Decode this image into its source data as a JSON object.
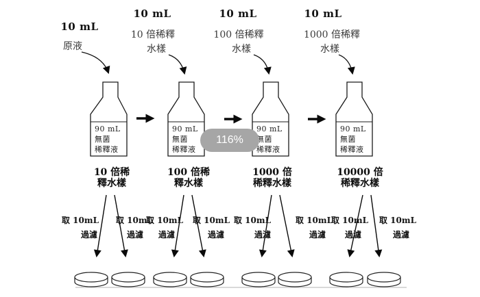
{
  "zoom_badge": {
    "label": "116%"
  },
  "columns": [
    {
      "volume_label": "10 mL",
      "source_label_line1": "原液",
      "source_label_line2": "",
      "bottle_label_line1": "90 mL",
      "bottle_label_line2": "無菌",
      "bottle_label_line3": "稀釋液",
      "result_label_line1": "10 倍稀",
      "result_label_line2": "釋水樣",
      "take_label": "取 10mL",
      "filter_label": "過濾"
    },
    {
      "volume_label": "10 mL",
      "source_label_line1": "10 倍稀釋",
      "source_label_line2": "水樣",
      "bottle_label_line1": "90 mL",
      "bottle_label_line2": "無菌",
      "bottle_label_line3": "稀釋液",
      "result_label_line1": "100 倍稀",
      "result_label_line2": "釋水樣",
      "take_label": "取 10mL",
      "filter_label": "過濾"
    },
    {
      "volume_label": "10 mL",
      "source_label_line1": "100 倍稀釋",
      "source_label_line2": "水樣",
      "bottle_label_line1": "90 mL",
      "bottle_label_line2": "無菌",
      "bottle_label_line3": "稀釋液",
      "result_label_line1": "1000 倍",
      "result_label_line2": "稀釋水樣",
      "take_label": "取 10mL",
      "filter_label": "過濾"
    },
    {
      "volume_label": "10 mL",
      "source_label_line1": "1000 倍稀釋",
      "source_label_line2": "水樣",
      "bottle_label_line1": "90 mL",
      "bottle_label_line2": "無菌",
      "bottle_label_line3": "稀釋液",
      "result_label_line1": "10000 倍",
      "result_label_line2": "稀釋水樣",
      "take_label": "取 10mL",
      "filter_label": "過濾"
    }
  ]
}
